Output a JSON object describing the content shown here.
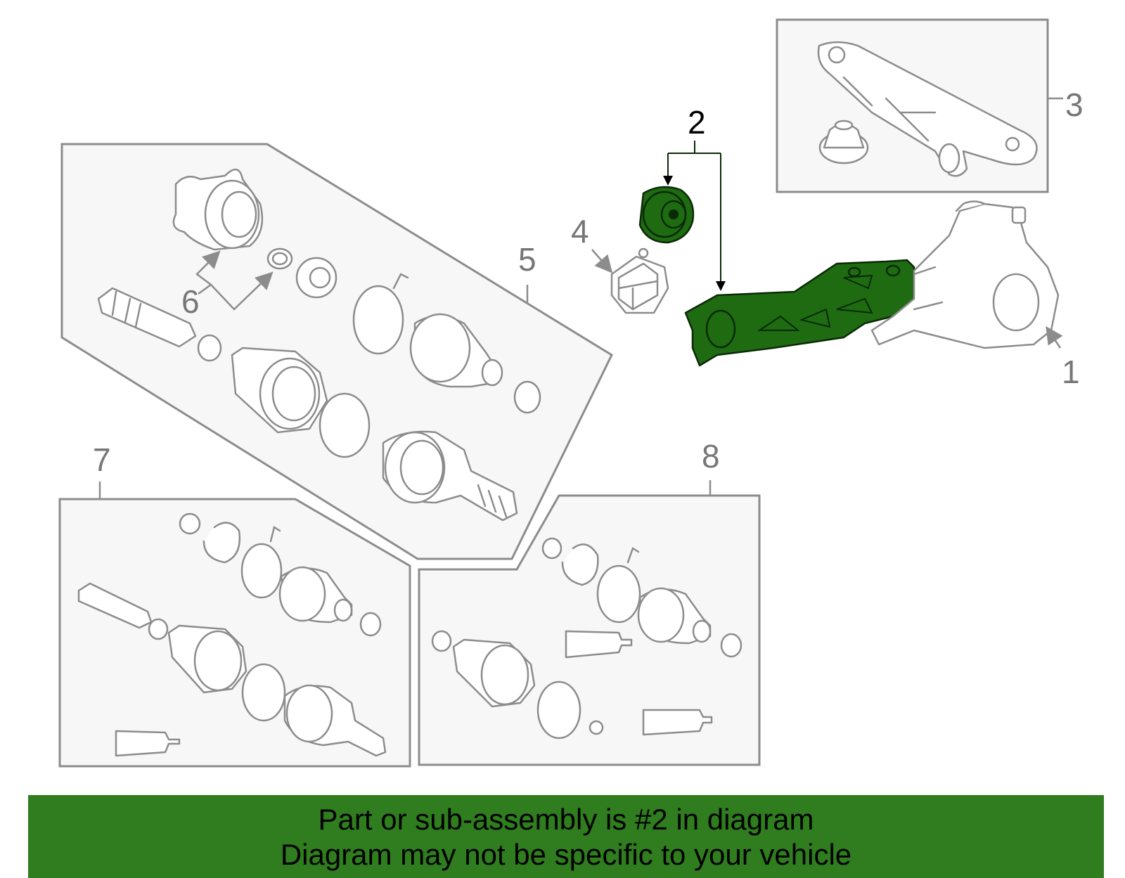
{
  "diagram": {
    "highlight_color": "#1e6b12",
    "callouts": {
      "c1": "1",
      "c2": "2",
      "c3": "3",
      "c4": "4",
      "c5": "5",
      "c6": "6",
      "c7": "7",
      "c8": "8"
    }
  },
  "footer": {
    "background": "#2f7d1e",
    "line1": "Part or sub-assembly is #2 in diagram",
    "line2": "Diagram may not be specific to your vehicle"
  }
}
